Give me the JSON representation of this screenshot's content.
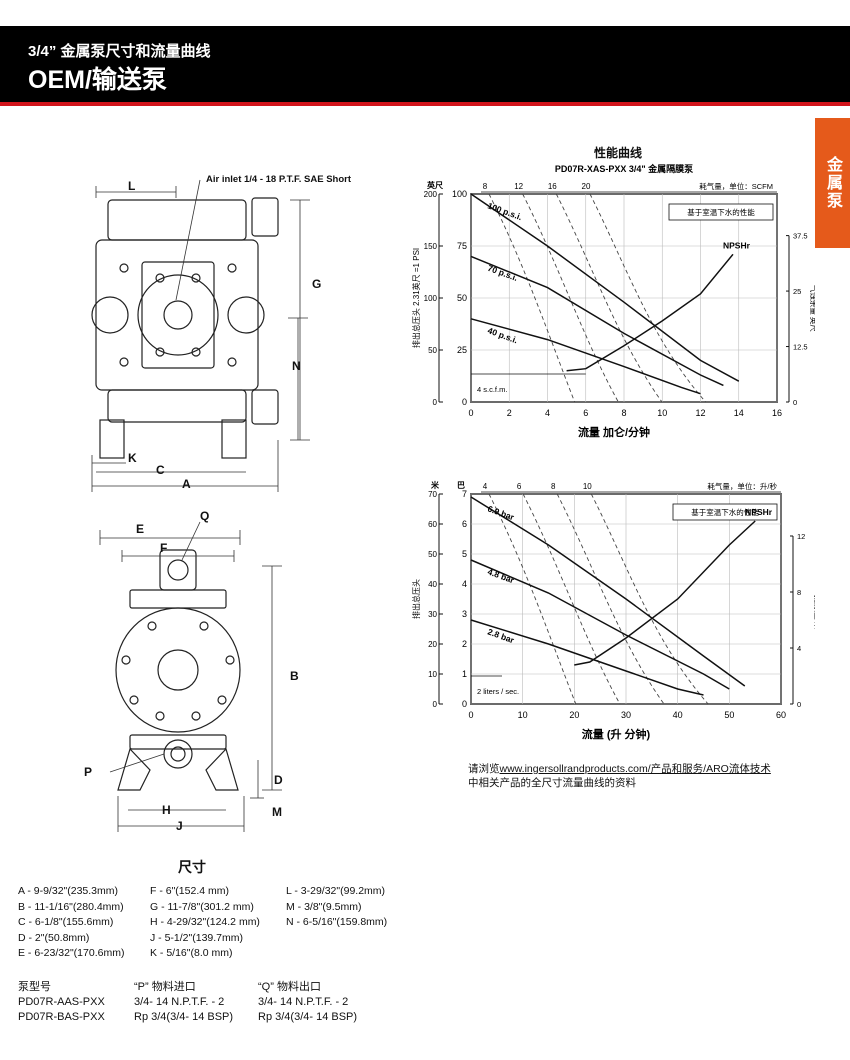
{
  "header": {
    "subtitle": "3/4” 金属泵尺寸和流量曲线",
    "title": "OEM/输送泵"
  },
  "side_tab": "金属泵",
  "drawing": {
    "air_inlet": "Air inlet 1/4 - 18 P.T.F. SAE Short",
    "labels": {
      "L": "L",
      "G": "G",
      "N": "N",
      "K": "K",
      "C": "C",
      "A": "A",
      "E": "E",
      "Q": "Q",
      "F": "F",
      "B": "B",
      "P": "P",
      "D": "D",
      "H": "H",
      "M": "M",
      "J": "J"
    }
  },
  "chart_title": "性能曲线",
  "chart_data": [
    {
      "type": "line",
      "title": "PD07R-XAS-PXX 3/4\" 金属隔膜泵",
      "note": "基于室温下水的性能",
      "top_axis_label": "耗气量，单位：SCFM",
      "top_ticks": [
        "8",
        "12",
        "16",
        "20"
      ],
      "xlabel": "流量 加仑/分钟",
      "xlim": [
        0,
        16
      ],
      "x_ticks": [
        "0",
        "2",
        "4",
        "6",
        "8",
        "10",
        "12",
        "14",
        "16"
      ],
      "left_outer_label": "英尺",
      "left_outer_ticks": [
        "200",
        "150",
        "100",
        "50",
        "0"
      ],
      "ylabel": "排出总压头 2.31英尺 =1 PSI",
      "ylim": [
        0,
        100
      ],
      "y_ticks": [
        "100",
        "75",
        "50",
        "25",
        "0"
      ],
      "right_label": "气蚀余量 英尺",
      "right_ticks": [
        "37.5",
        "25",
        "12.5",
        "0"
      ],
      "series": [
        {
          "name": "100 p.s.i.",
          "x": [
            0,
            4,
            8,
            12,
            14
          ],
          "y": [
            100,
            75,
            48,
            20,
            10
          ]
        },
        {
          "name": "70 p.s.i.",
          "x": [
            0,
            4,
            8,
            12,
            13.2
          ],
          "y": [
            70,
            55,
            33,
            13,
            8
          ]
        },
        {
          "name": "40 p.s.i.",
          "x": [
            0,
            4,
            8,
            11,
            12
          ],
          "y": [
            40,
            30,
            17,
            7,
            4
          ]
        },
        {
          "name": "NPSHr",
          "x": [
            5,
            6,
            8,
            10,
            12,
            13.7
          ],
          "y": [
            15,
            16,
            27,
            39,
            52,
            71
          ]
        }
      ],
      "scfm_lines": [
        {
          "label": "8"
        },
        {
          "label": "12"
        },
        {
          "label": "16"
        },
        {
          "label": "20"
        }
      ],
      "scfm_marker": "4 s.c.f.m.",
      "npsh_label": "NPSHr"
    },
    {
      "type": "line",
      "note": "基于室温下水的性能",
      "top_axis_label": "耗气量，单位：升/秒",
      "top_ticks": [
        "4",
        "6",
        "8",
        "10"
      ],
      "left_outer_label": "米",
      "left_outer_ticks": [
        "70",
        "60",
        "50",
        "40",
        "30",
        "20",
        "10",
        "0"
      ],
      "left_unit": "巴",
      "ylabel": "排出总压头",
      "ylim": [
        0,
        7
      ],
      "y_ticks": [
        "7",
        "6",
        "5",
        "4",
        "3",
        "2",
        "1",
        "0"
      ],
      "xlabel": "流量 (升 分钟)",
      "xlim": [
        0,
        60
      ],
      "x_ticks": [
        "0",
        "10",
        "20",
        "30",
        "40",
        "50",
        "60"
      ],
      "right_label": "气蚀余量 米",
      "right_ticks": [
        "12",
        "8",
        "4",
        "0"
      ],
      "series": [
        {
          "name": "6.9 bar",
          "x": [
            0,
            15,
            30,
            45,
            53
          ],
          "y": [
            6.9,
            5.3,
            3.5,
            1.6,
            0.6
          ]
        },
        {
          "name": "4.8 bar",
          "x": [
            0,
            15,
            30,
            45,
            50
          ],
          "y": [
            4.8,
            3.7,
            2.3,
            1.0,
            0.5
          ]
        },
        {
          "name": "2.8 bar",
          "x": [
            0,
            15,
            30,
            40,
            45
          ],
          "y": [
            2.8,
            2.0,
            1.1,
            0.5,
            0.3
          ]
        },
        {
          "name": "NPSHr",
          "x": [
            20,
            23,
            30,
            40,
            50,
            55
          ],
          "y": [
            1.3,
            1.4,
            2.2,
            3.5,
            5.3,
            6.1
          ]
        }
      ],
      "scfm_marker": "2 liters / sec.",
      "npsh_label": "NPSHr"
    }
  ],
  "web_note": {
    "prefix": "请浏览",
    "url": "www.ingersollrandproducts.com",
    "suffix": "/产品和服务/ARO流体技术",
    "line2": "中相关产品的全尺寸流量曲线的资料"
  },
  "dimensions": {
    "title": "尺寸",
    "col1": [
      "A - 9-9/32\"(235.3mm)",
      "B - 11-1/16\"(280.4mm)",
      "C - 6-1/8\"(155.6mm)",
      "D - 2\"(50.8mm)",
      "E - 6-23/32\"(170.6mm)"
    ],
    "col2": [
      "F - 6\"(152.4 mm)",
      "G - 11-7/8\"(301.2 mm)",
      "H - 4-29/32\"(124.2 mm)",
      "J - 5-1/2\"(139.7mm)",
      "K - 5/16\"(8.0 mm)"
    ],
    "col3": [
      "L - 3-29/32\"(99.2mm)",
      "M - 3/8\"(9.5mm)",
      "N - 6-5/16\"(159.8mm)"
    ]
  },
  "ports": {
    "headers": [
      "泵型号",
      "“P” 物料进口",
      "“Q” 物料出口"
    ],
    "rows": [
      [
        "PD07R-AAS-PXX",
        "3/4- 14 N.P.T.F. - 2",
        "3/4- 14 N.P.T.F. - 2"
      ],
      [
        "PD07R-BAS-PXX",
        "Rp 3/4(3/4- 14 BSP)",
        "Rp 3/4(3/4- 14 BSP)"
      ]
    ]
  }
}
